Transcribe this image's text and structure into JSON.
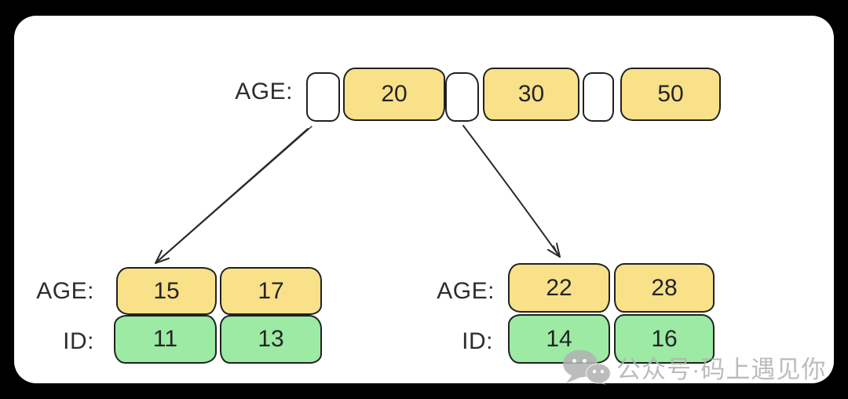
{
  "tree": {
    "root": {
      "label": "AGE:",
      "values": [
        "20",
        "30",
        "50"
      ]
    },
    "left_leaf": {
      "age_label": "AGE:",
      "id_label": "ID:",
      "ages": [
        "15",
        "17"
      ],
      "ids": [
        "11",
        "13"
      ]
    },
    "right_leaf": {
      "age_label": "AGE:",
      "id_label": "ID:",
      "ages": [
        "22",
        "28"
      ],
      "ids": [
        "14",
        "16"
      ]
    }
  },
  "watermark": {
    "icon": "wechat-icon",
    "text": "公众号·码上遇见你"
  },
  "colors": {
    "key_fill": "#f9e189",
    "id_fill": "#9ceaa4",
    "stroke": "#212121",
    "watermark_gray": "#b3b3b3",
    "frame_bg": "#000000",
    "canvas_bg": "#ffffff"
  }
}
